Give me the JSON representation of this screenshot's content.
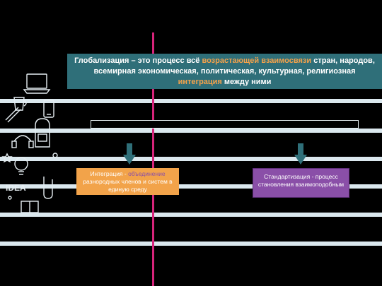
{
  "header": {
    "line1_prefix": "Глобализация – это процесс всё ",
    "line1_highlight": "возрастающей взаимосвязи",
    "line1_suffix": " стран, народов,",
    "line2": "всемирная экономическая, политическая, культурная, религиозная",
    "line3_highlight": "интеграция",
    "line3_suffix": " между ними"
  },
  "left_box": {
    "prefix": "Интеграция - ",
    "highlight": "объединение",
    "rest": " разнородных членов и систем в единую среду"
  },
  "right_box": {
    "text": "Стандартизация - процесс становления взаимоподобным"
  },
  "doodle_labels": {
    "idea": "IDEA"
  },
  "colors": {
    "background": "#000000",
    "ruled_line": "#dbe8ee",
    "margin_line": "#d6247a",
    "header_box": "#2f6f79",
    "highlight": "#f5a24b",
    "left_box": "#f2a34a",
    "right_box": "#8a4fa8",
    "arrow": "#2f6f79"
  }
}
